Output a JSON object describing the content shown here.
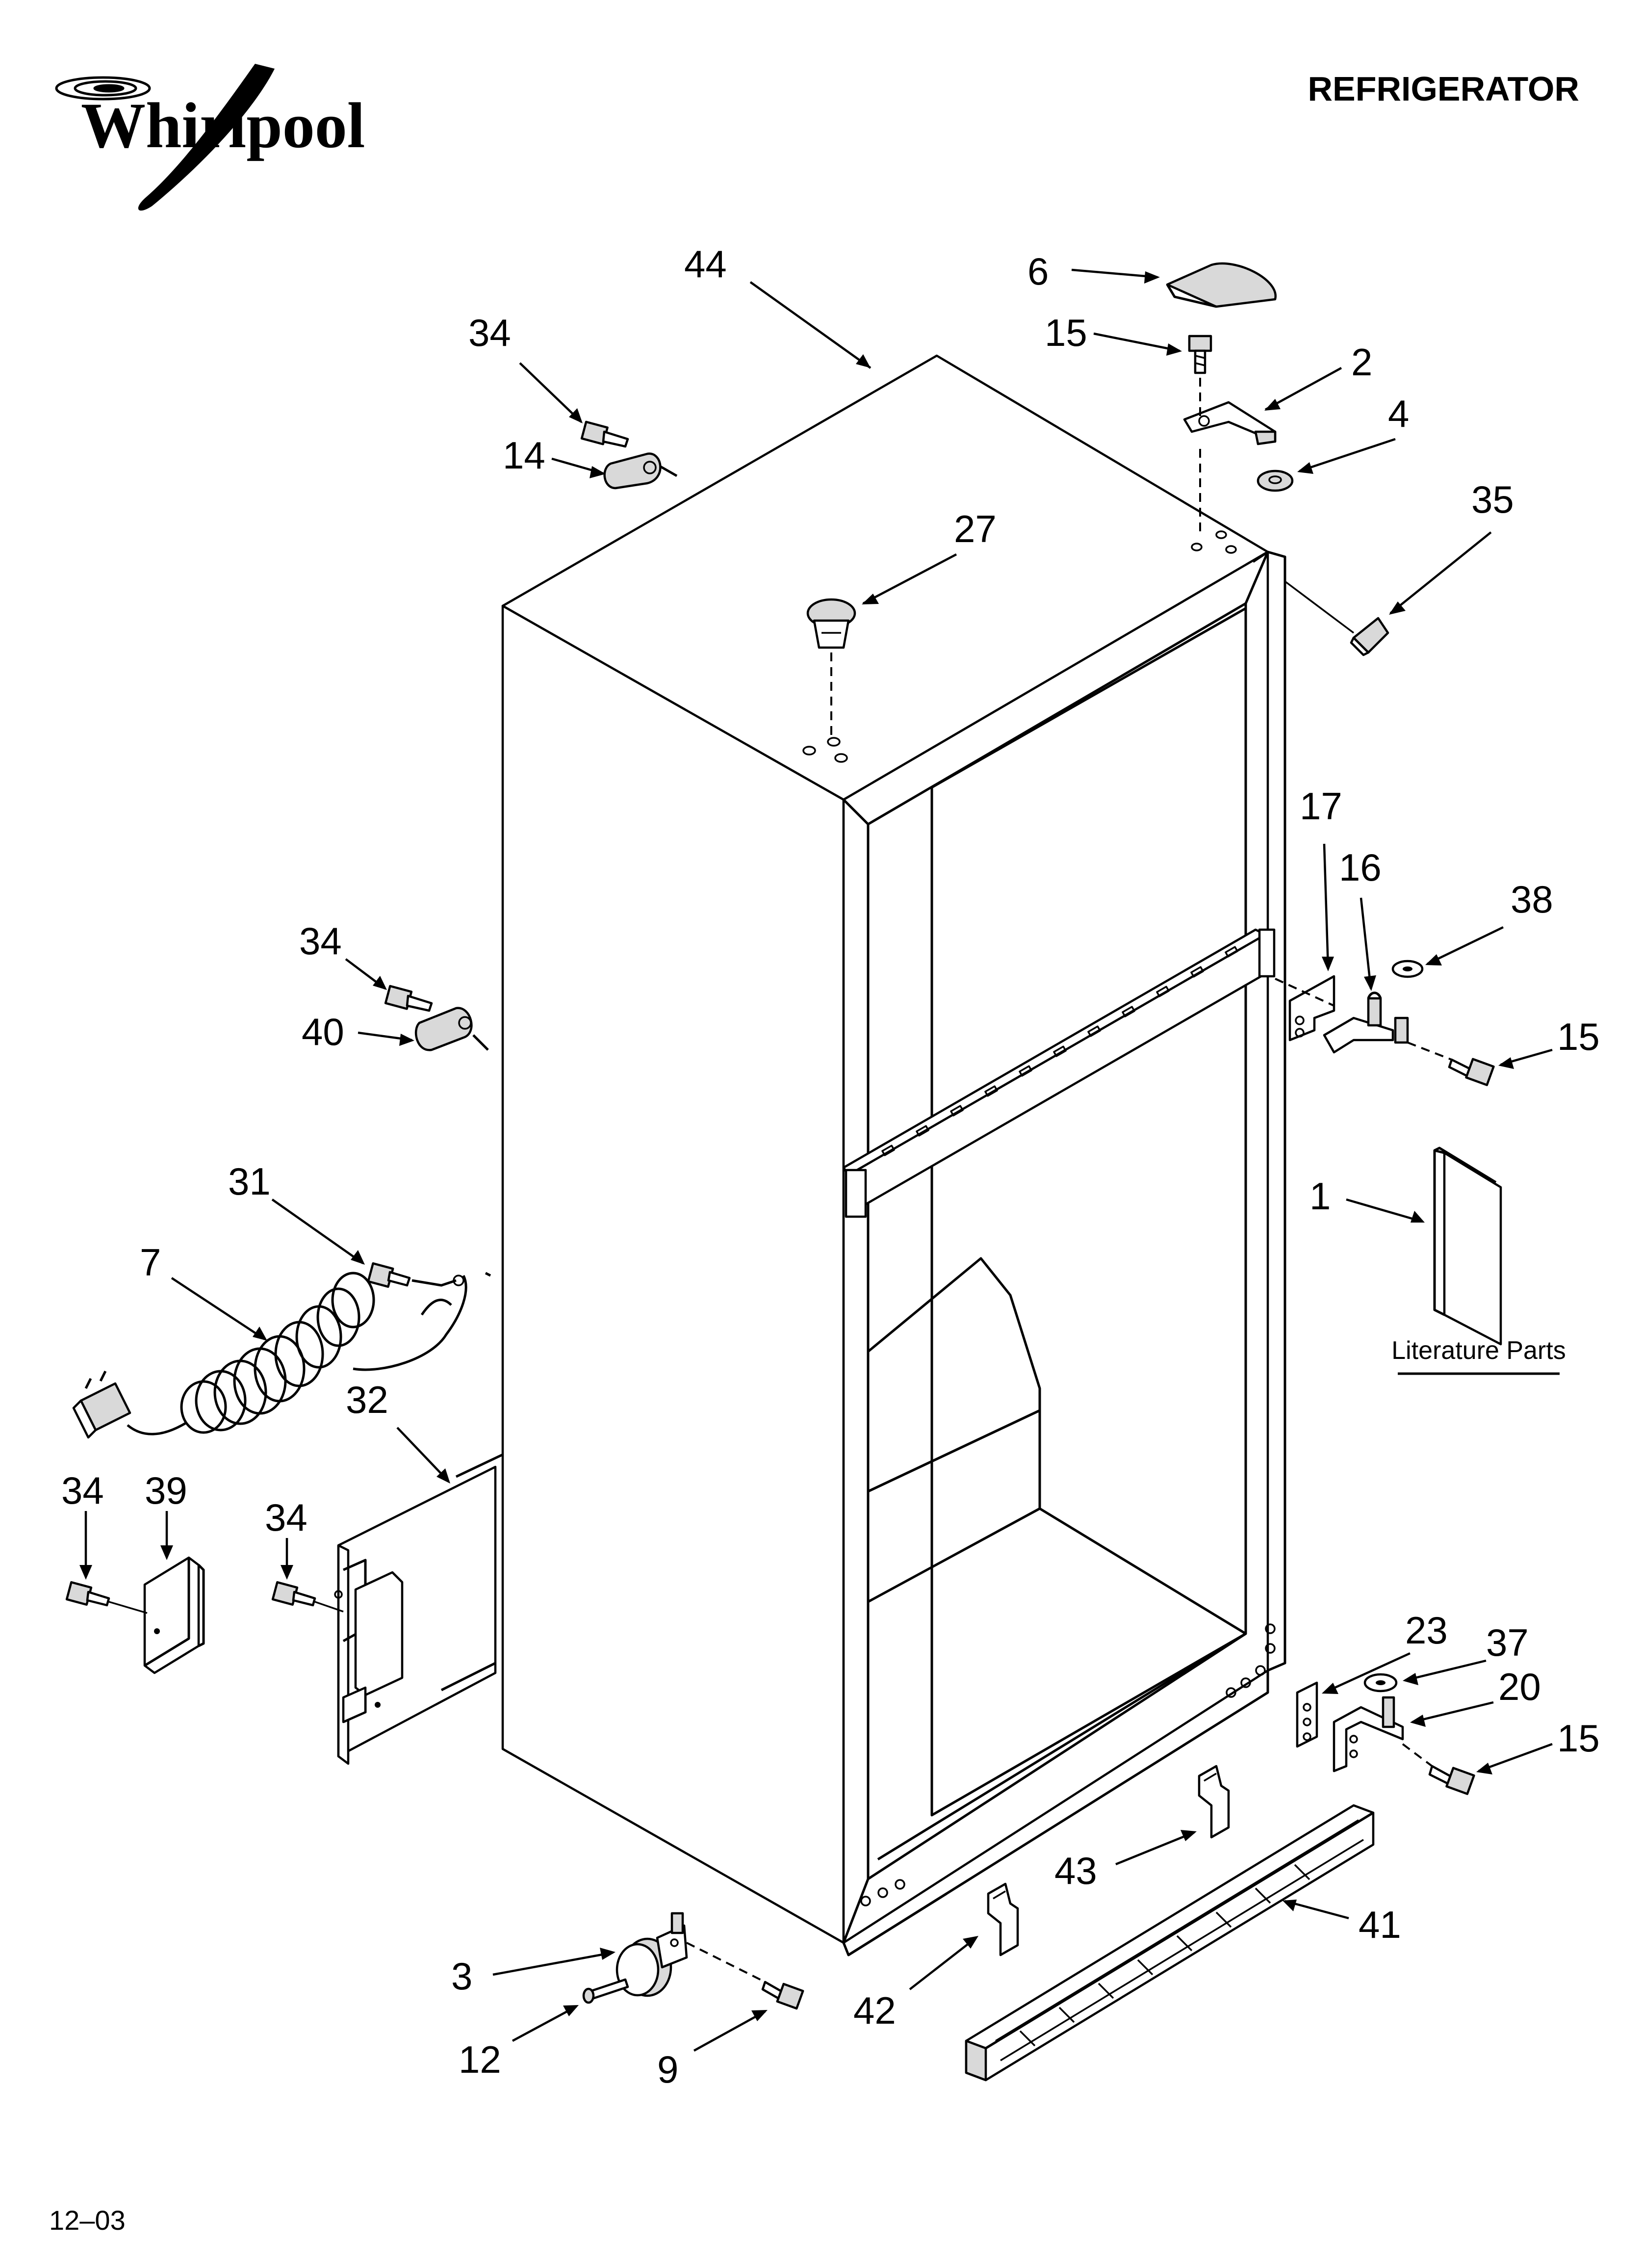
{
  "header": {
    "brand": "Whirlpool",
    "title": "REFRIGERATOR"
  },
  "literature": {
    "label": "Literature Parts"
  },
  "footer": {
    "code": "12–03"
  },
  "callouts": {
    "c44": "44",
    "c6": "6",
    "c15_top": "15",
    "c2": "2",
    "c4": "4",
    "c34_top": "34",
    "c14": "14",
    "c27": "27",
    "c35": "35",
    "c17": "17",
    "c16": "16",
    "c38": "38",
    "c15_mid": "15",
    "c34_mid": "34",
    "c40": "40",
    "c1": "1",
    "c31": "31",
    "c7": "7",
    "c32": "32",
    "c34_left": "34",
    "c39": "39",
    "c34_bracket": "34",
    "c23": "23",
    "c37": "37",
    "c20": "20",
    "c15_bot": "15",
    "c43": "43",
    "c41": "41",
    "c42": "42",
    "c3": "3",
    "c12": "12",
    "c9": "9"
  }
}
